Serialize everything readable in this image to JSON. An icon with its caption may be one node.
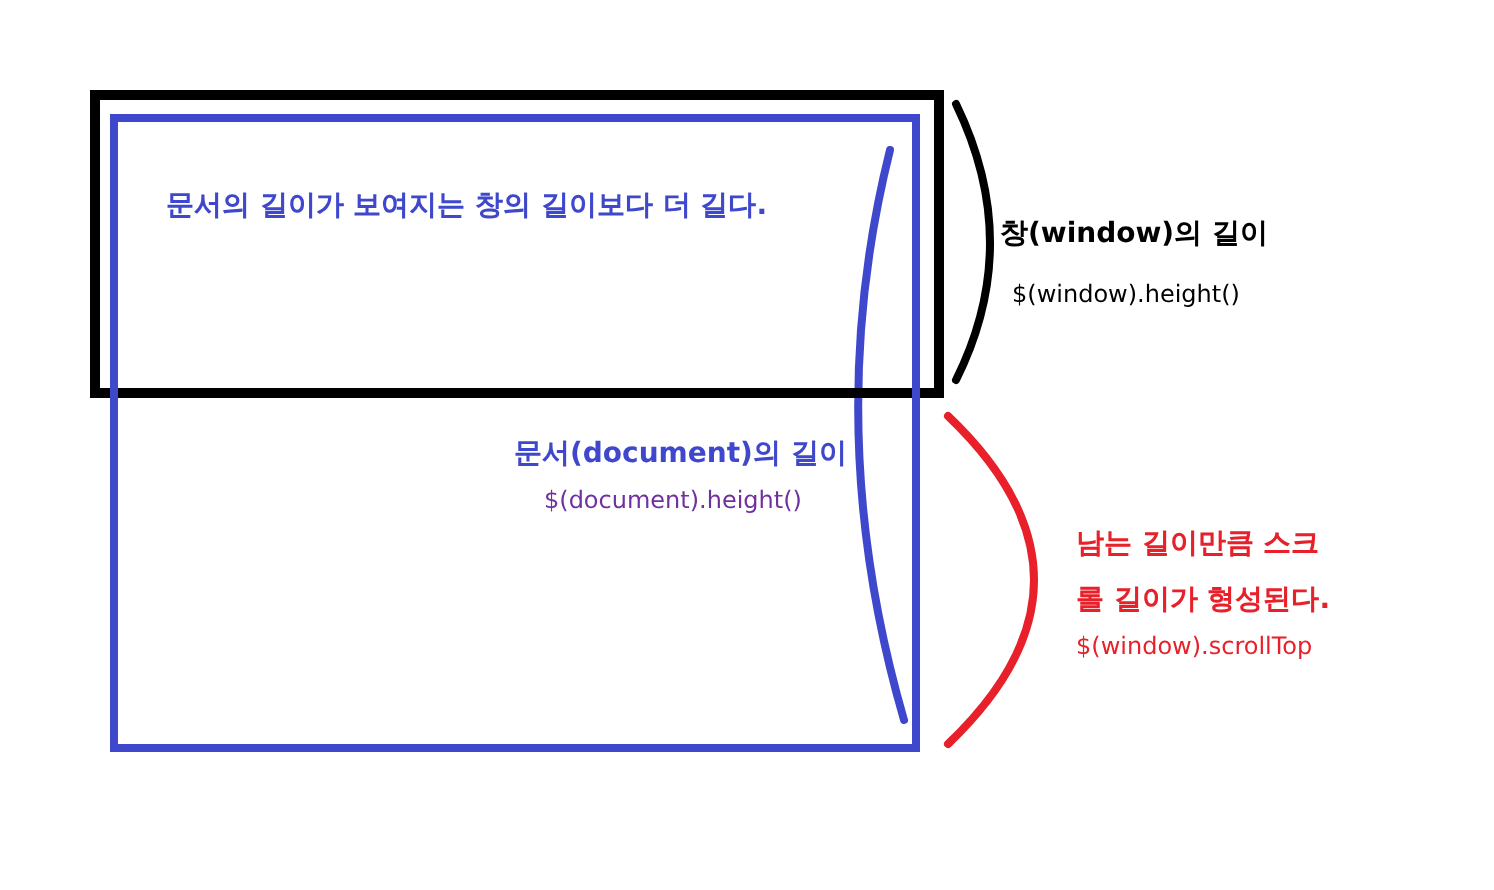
{
  "diagram": {
    "nodes": [
      {
        "text": [
          "문서의 길이가 보여지는 창의 길이보다 더 길다."
        ]
      },
      {
        "text": [
          "문서(document)의 길이",
          "$(document).height()"
        ]
      }
    ],
    "labels": [
      "창(window)의 길이",
      "$(window).height()",
      "남는 길이만큼 스크롤 길이가 형성된다.",
      "$(window).scrollTop"
    ]
  }
}
